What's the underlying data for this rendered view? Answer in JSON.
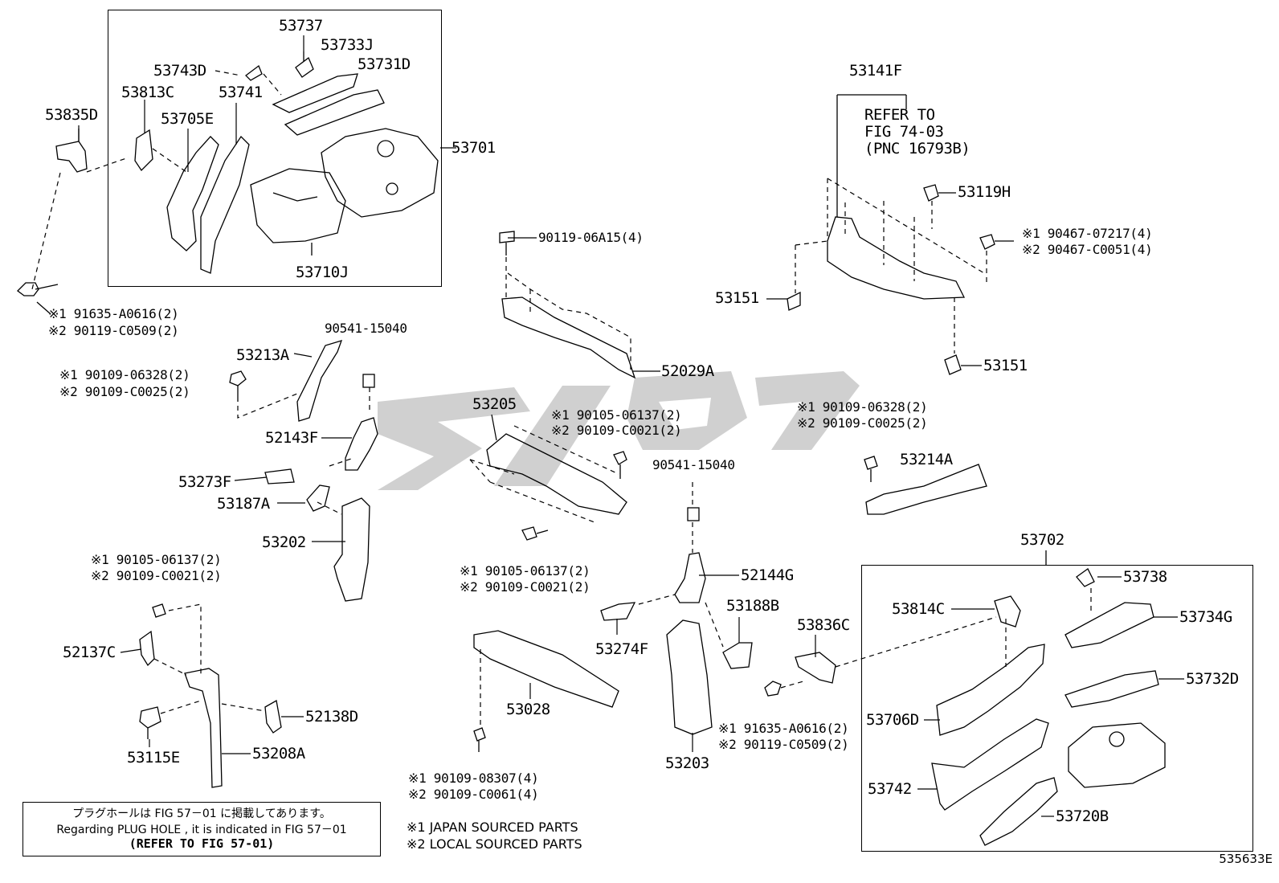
{
  "boxes": {
    "upper_left_group": "53701",
    "lower_right_group": "53702"
  },
  "labels": {
    "p53737": "53737",
    "p53733J": "53733J",
    "p53743D": "53743D",
    "p53731D": "53731D",
    "p53813C": "53813C",
    "p53741": "53741",
    "p53835D": "53835D",
    "p53705E": "53705E",
    "p53701": "53701",
    "p53710J": "53710J",
    "p53141F": "53141F",
    "p53119H": "53119H",
    "p53151a": "53151",
    "p53151b": "53151",
    "p52029A": "52029A",
    "p53213A": "53213A",
    "p52143F": "52143F",
    "p53273F": "53273F",
    "p53187A": "53187A",
    "p53202": "53202",
    "p53205": "53205",
    "p53214A": "53214A",
    "p52144G": "52144G",
    "p53188B": "53188B",
    "p53274F": "53274F",
    "p53836C": "53836C",
    "p53028": "53028",
    "p53203": "53203",
    "p52137C": "52137C",
    "p52138D": "52138D",
    "p53115E": "53115E",
    "p53208A": "53208A",
    "p53702": "53702",
    "p53738": "53738",
    "p53814C": "53814C",
    "p53734G": "53734G",
    "p53732D": "53732D",
    "p53706D": "53706D",
    "p53742": "53742",
    "p53720B": "53720B",
    "bolt_90119_06A15": "90119-06A15(4)",
    "bolt_90541_a": "90541-15040",
    "bolt_90541_b": "90541-15040"
  },
  "refer": {
    "line1": "REFER TO",
    "line2": "FIG 74-03",
    "line3": "(PNC 16793B)"
  },
  "fasteners": {
    "f1_1": "※1 91635-A0616(2)",
    "f1_2": "※2 90119-C0509(2)",
    "f2_1": "※1 90467-07217(4)",
    "f2_2": "※2 90467-C0051(4)",
    "f3_1": "※1 90109-06328(2)",
    "f3_2": "※2 90109-C0025(2)",
    "f4_1": "※1 90105-06137(2)",
    "f4_2": "※2 90109-C0021(2)",
    "f5_1": "※1 90109-06328(2)",
    "f5_2": "※2 90109-C0025(2)",
    "f6_1": "※1 90105-06137(2)",
    "f6_2": "※2 90109-C0021(2)",
    "f7_1": "※1 90105-06137(2)",
    "f7_2": "※2 90109-C0021(2)",
    "f8_1": "※1 91635-A0616(2)",
    "f8_2": "※2 90119-C0509(2)",
    "f9_1": "※1 90109-08307(4)",
    "f9_2": "※2 90109-C0061(4)"
  },
  "note": {
    "jp": "プラグホールは FIG 57－01 に掲載してあります。",
    "en": "Regarding PLUG HOLE , it is indicated in FIG 57－01",
    "ref": "(REFER TO FIG 57-01)"
  },
  "legend": {
    "l1": "※1 JAPAN SOURCED PARTS",
    "l2": "※2 LOCAL SOURCED PARTS"
  },
  "figure_id": "535633E"
}
